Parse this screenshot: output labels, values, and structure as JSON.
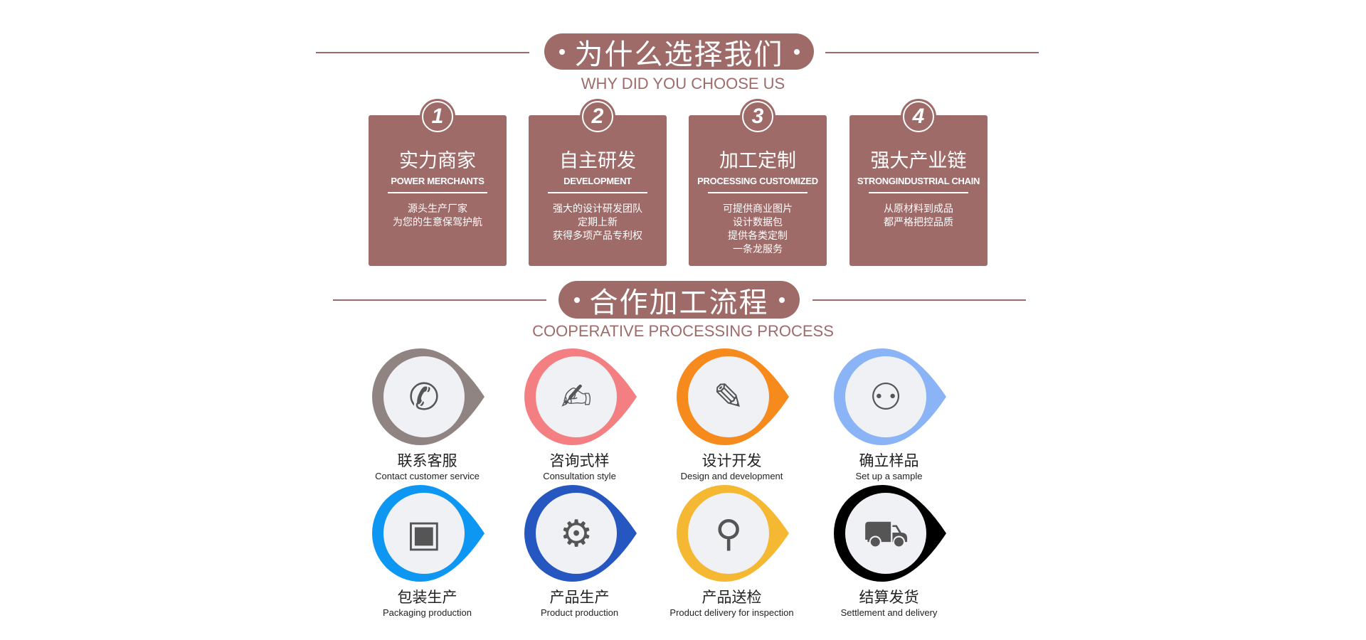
{
  "section1": {
    "title": "为什么选择我们",
    "subtitle": "WHY DID YOU CHOOSE US"
  },
  "cards": [
    {
      "num": "1",
      "title": "实力商家",
      "en": "POWER MERCHANTS",
      "lines": [
        "源头生产厂家",
        "为您的生意保驾护航"
      ]
    },
    {
      "num": "2",
      "title": "自主研发",
      "en": "DEVELOPMENT",
      "lines": [
        "强大的设计研发团队",
        "定期上新",
        "获得多项产品专利权"
      ]
    },
    {
      "num": "3",
      "title": "加工定制",
      "en": "PROCESSING CUSTOMIZED",
      "lines": [
        "可提供商业图片",
        "设计数据包",
        "提供各类定制",
        "一条龙服务"
      ]
    },
    {
      "num": "4",
      "title": "强大产业链",
      "en": "STRONGINDUSTRIAL CHAIN",
      "lines": [
        "从原材料到成品",
        "都严格把控品质"
      ]
    }
  ],
  "section2": {
    "title": "合作加工流程",
    "subtitle": "COOPERATIVE PROCESSING PROCESS"
  },
  "steps": [
    {
      "cn": "联系客服",
      "en": "Contact customer service",
      "color": "#8f8482",
      "icon": "phone-icon",
      "glyph": "✆"
    },
    {
      "cn": "咨询式样",
      "en": "Consultation style",
      "color": "#f47f82",
      "icon": "notepad-icon",
      "glyph": "✍"
    },
    {
      "cn": "设计开发",
      "en": "Design and development",
      "color": "#f78a1d",
      "icon": "ruler-pencil-icon",
      "glyph": "✎"
    },
    {
      "cn": "确立样品",
      "en": "Set up a sample",
      "color": "#8ab4f5",
      "icon": "people-icon",
      "glyph": "⚇"
    },
    {
      "cn": "包装生产",
      "en": "Packaging production",
      "color": "#0d97f2",
      "icon": "box-icon",
      "glyph": "▣"
    },
    {
      "cn": "产品生产",
      "en": "Product production",
      "color": "#2657c0",
      "icon": "factory-icon",
      "glyph": "⚙"
    },
    {
      "cn": "产品送检",
      "en": "Product delivery for inspection",
      "color": "#f4b832",
      "icon": "inspection-icon",
      "glyph": "⚲"
    },
    {
      "cn": "结算发货",
      "en": "Settlement and delivery",
      "color": "#000000",
      "icon": "truck-icon",
      "glyph": "⛟"
    }
  ]
}
